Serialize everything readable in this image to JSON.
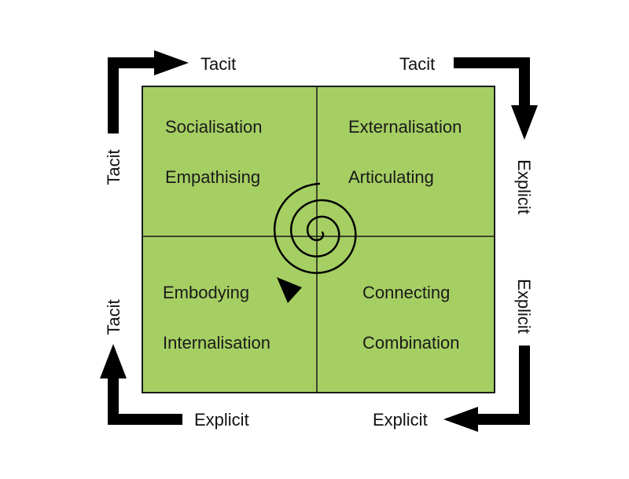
{
  "colors": {
    "quadrant_fill": "#a6cf63",
    "outline": "#1a1a1a",
    "arrow": "#000000",
    "text": "#1a1a1a",
    "background": "#ffffff"
  },
  "quadrants": {
    "top_left": {
      "mode": "Socialisation",
      "activity": "Empathising"
    },
    "top_right": {
      "mode": "Externalisation",
      "activity": "Articulating"
    },
    "bottom_left": {
      "activity": "Embodying",
      "mode": "Internalisation"
    },
    "bottom_right": {
      "activity": "Connecting",
      "mode": "Combination"
    }
  },
  "edge_labels": {
    "top_left_horizontal": "Tacit",
    "top_left_vertical": "Tacit",
    "top_right_horizontal": "Tacit",
    "top_right_vertical": "Explicit",
    "bottom_right_vertical": "Explicit",
    "bottom_right_horizontal": "Explicit",
    "bottom_left_horizontal": "Explicit",
    "bottom_left_vertical": "Tacit"
  },
  "icons": {
    "center": "spiral-arrow-icon",
    "corner_arrows": [
      "corner-arrow-top-left-icon",
      "corner-arrow-top-right-icon",
      "corner-arrow-bottom-right-icon",
      "corner-arrow-bottom-left-icon"
    ]
  }
}
